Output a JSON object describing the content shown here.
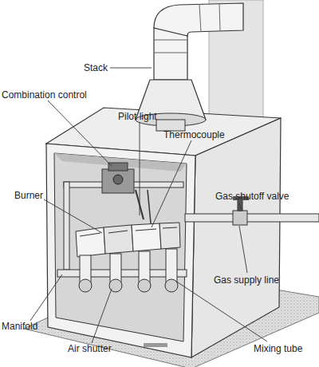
{
  "diagram": {
    "labels": [
      "Stack",
      "Combination control",
      "Pilot light",
      "Thermocouple",
      "Burner",
      "Gas shutoff valve",
      "Gas supply line",
      "Manifold",
      "Air shutter",
      "Mixing tube"
    ]
  }
}
